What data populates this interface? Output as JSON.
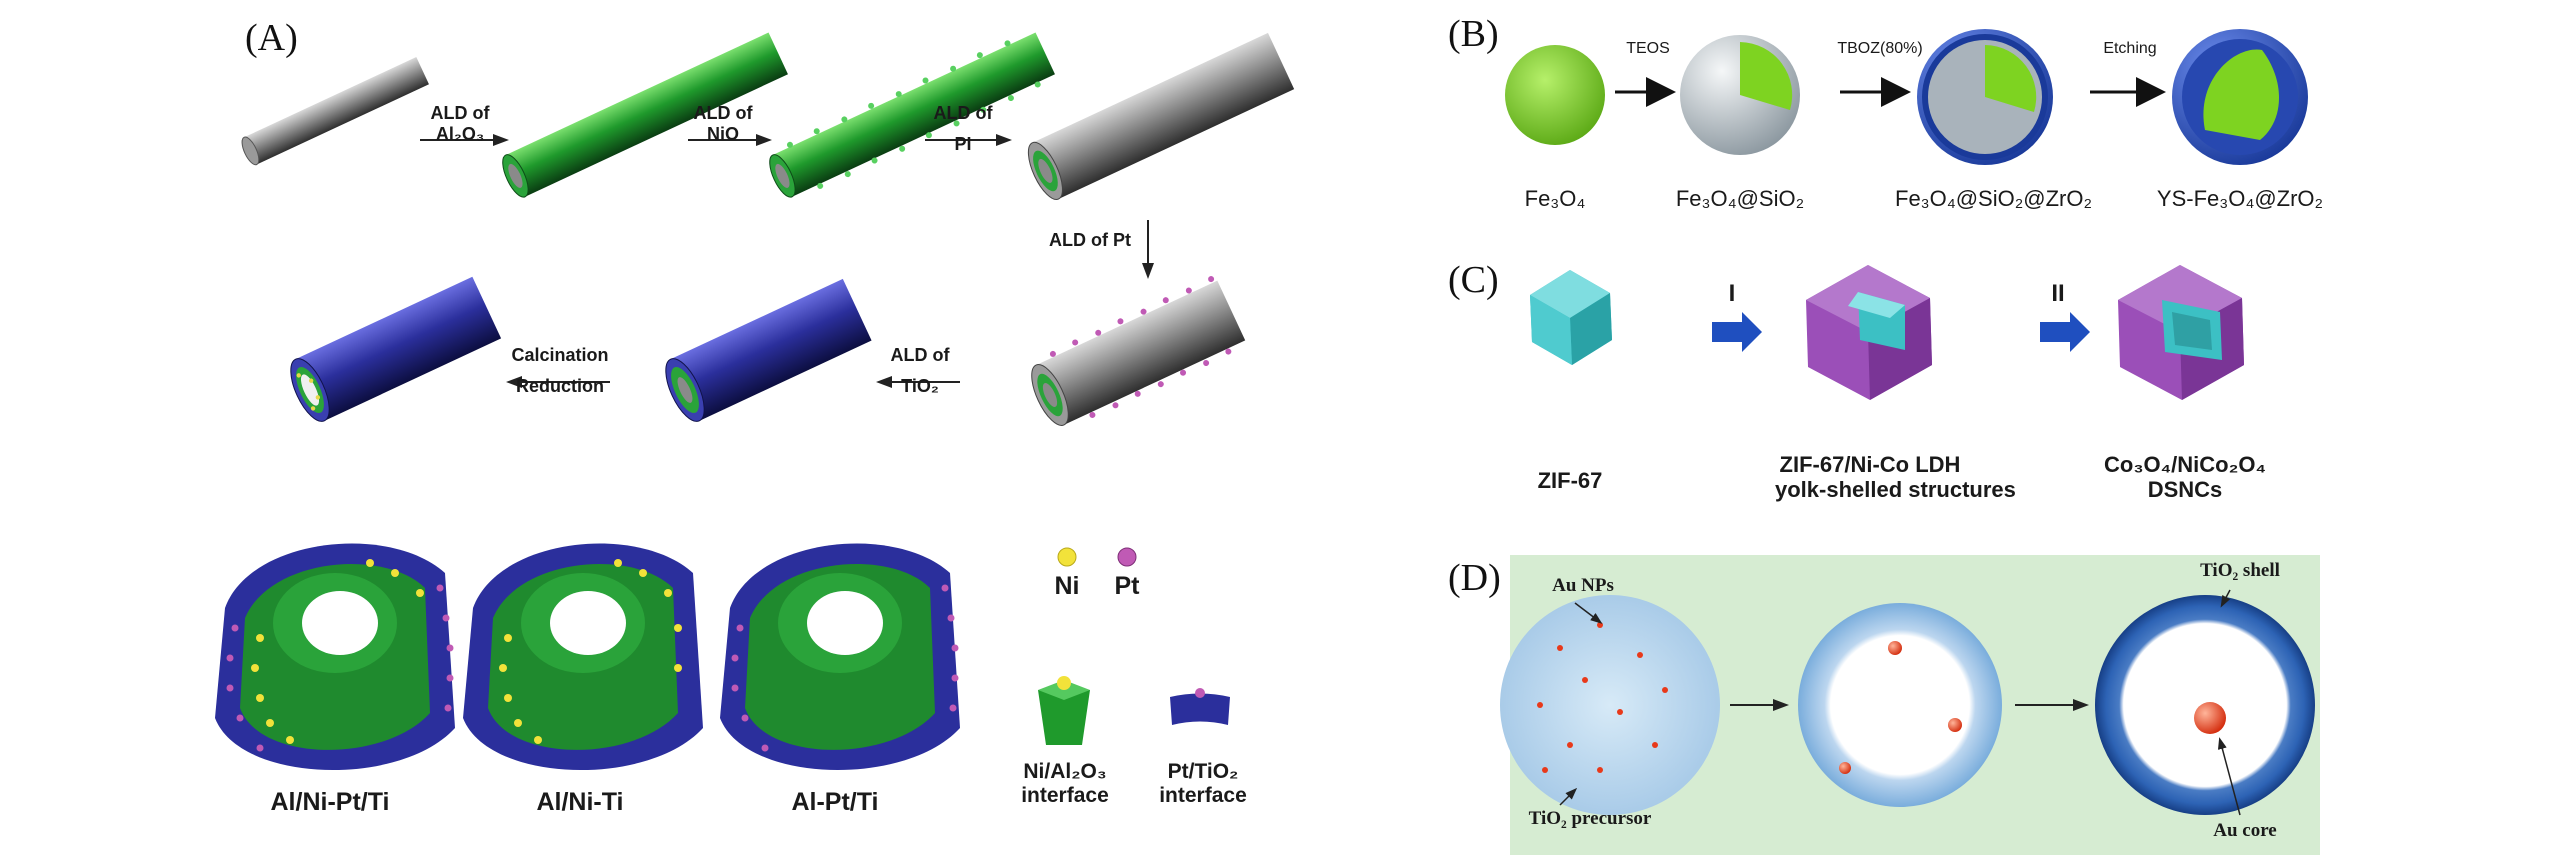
{
  "panels": {
    "a": {
      "label": "(A)",
      "steps": {
        "ald_al2o3": [
          "ALD of",
          "Al₂O₃"
        ],
        "ald_nio": [
          "ALD of",
          "NiO"
        ],
        "ald_pi": [
          "ALD of",
          "PI"
        ],
        "ald_pt": "ALD of Pt",
        "ald_tio2": [
          "ALD of",
          "TiO₂"
        ],
        "calcination": [
          "Calcination",
          "Reduction"
        ]
      },
      "legend": {
        "ni": "Ni",
        "pt": "Pt",
        "ni_interface": [
          "Ni/Al₂O₃",
          "interface"
        ],
        "pt_interface": [
          "Pt/TiO₂",
          "interface"
        ]
      },
      "samples": [
        "Al/Ni-Pt/Ti",
        "Al/Ni-Ti",
        "Al-Pt/Ti"
      ]
    },
    "b": {
      "label": "(B)",
      "steps": [
        "TEOS",
        "TBOZ(80%)",
        "Etching"
      ],
      "names": [
        "Fe₃O₄",
        "Fe₃O₄@SiO₂",
        "Fe₃O₄@SiO₂@ZrO₂",
        "YS-Fe₃O₄@ZrO₂"
      ]
    },
    "c": {
      "label": "(C)",
      "steps": [
        "I",
        "II"
      ],
      "names": [
        "ZIF-67",
        "ZIF-67/Ni-Co LDH",
        "yolk-shelled structures",
        "Co₃O₄/NiCo₂O₄",
        "DSNCs"
      ]
    },
    "d": {
      "label": "(D)",
      "labels": {
        "au_nps": "Au NPs",
        "tio2_precursor": "TiO₂ precursor",
        "tio2_shell": "TiO₂ shell",
        "au_core": "Au core"
      }
    }
  },
  "colors": {
    "alumina_green": "#1f8a2e",
    "titania_blue": "#2a2f9a",
    "rod_gray": "#8a8a8a",
    "zif_teal": "#3cc0c4",
    "ldh_purple": "#9b4fb8",
    "fe3o4_green": "#7ed321",
    "panel_d_bg": "#d6ecd2",
    "arrow_blue": "#1f4fbf"
  }
}
